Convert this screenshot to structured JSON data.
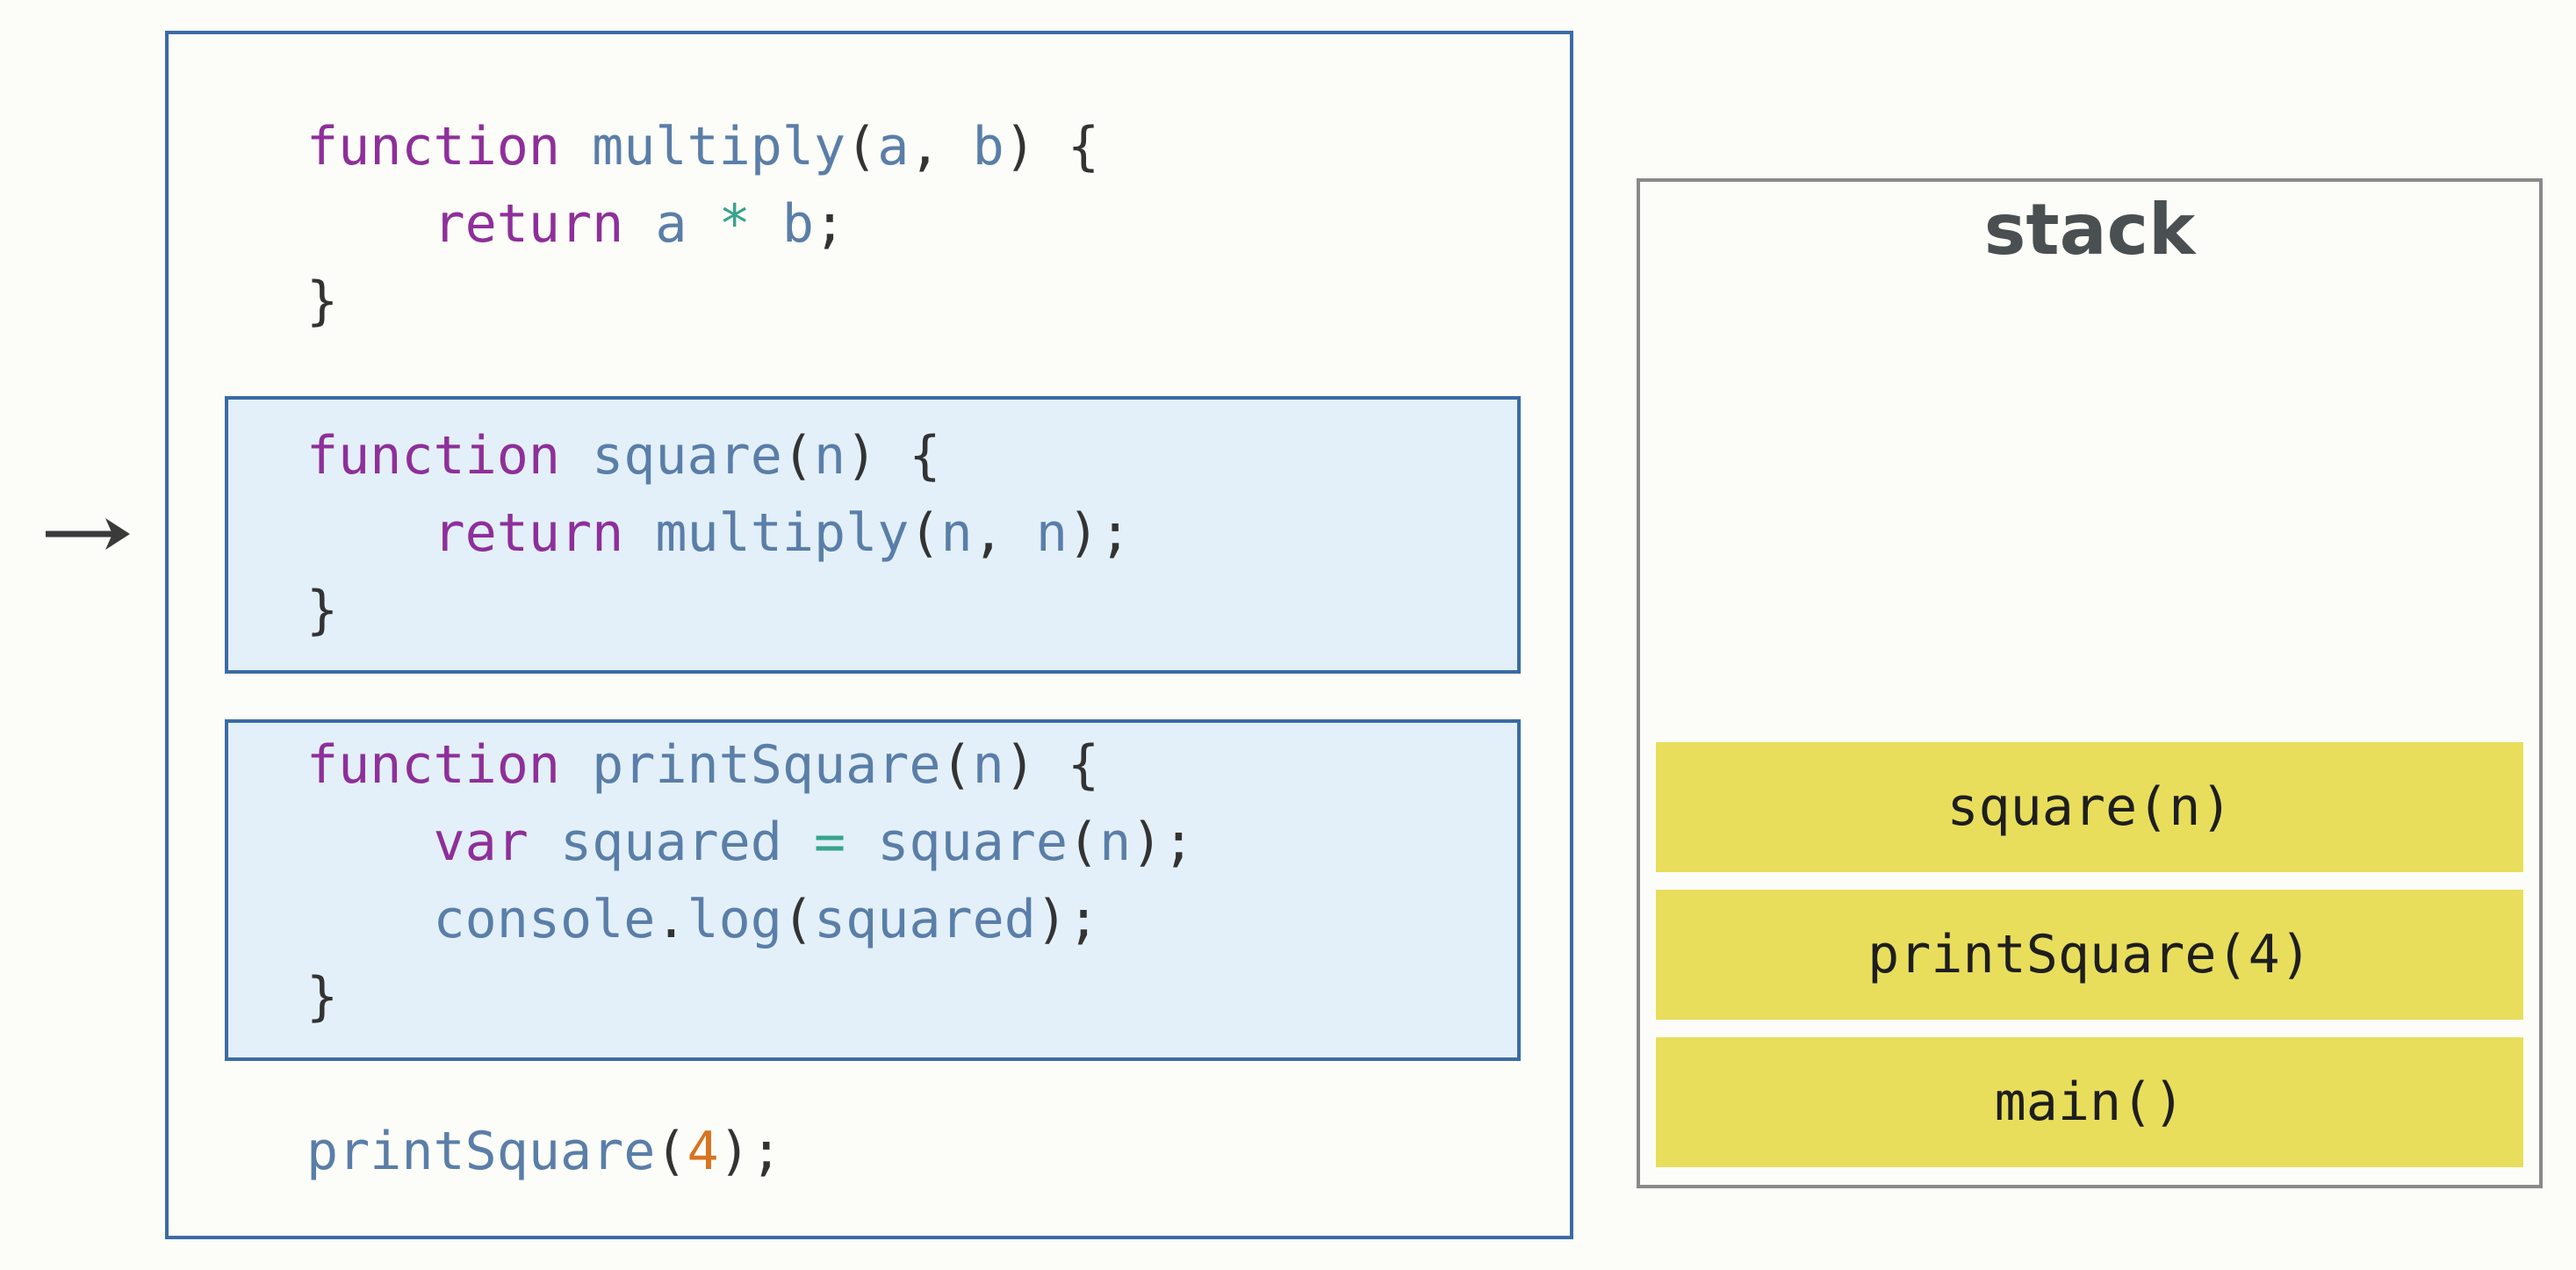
{
  "code": {
    "multiply": {
      "line1": {
        "kw": "function",
        "name": "multiply",
        "lp": "(",
        "a": "a",
        "comma": ",",
        "b": "b",
        "rp": ")",
        "brace": "{"
      },
      "line2": {
        "kw": "return",
        "a": "a",
        "op": "*",
        "b": "b",
        "semi": ";"
      },
      "line3": {
        "brace": "}"
      }
    },
    "square": {
      "line1": {
        "kw": "function",
        "name": "square",
        "lp": "(",
        "n": "n",
        "rp": ")",
        "brace": "{"
      },
      "line2": {
        "kw": "return",
        "call": "multiply",
        "lp": "(",
        "n1": "n",
        "comma": ",",
        "n2": "n",
        "rp": ");"
      },
      "line3": {
        "brace": "}"
      }
    },
    "printSquare": {
      "line1": {
        "kw": "function",
        "name": "printSquare",
        "lp": "(",
        "n": "n",
        "rp": ")",
        "brace": "{"
      },
      "line2": {
        "kw": "var",
        "var": "squared",
        "op": "=",
        "call": "square",
        "lp": "(",
        "n": "n",
        "rp": ");"
      },
      "line3": {
        "obj": "console",
        "dot": ".",
        "method": "log",
        "lp": "(",
        "arg": "squared",
        "rp": ");"
      },
      "line4": {
        "brace": "}"
      }
    },
    "call": {
      "name": "printSquare",
      "lp": "(",
      "num": "4",
      "rp": ");"
    }
  },
  "stack": {
    "title": "stack",
    "frames": [
      "square(n)",
      "printSquare(4)",
      "main()"
    ]
  },
  "colors": {
    "panel_border": "#3b6ba5",
    "highlight_fill": "#e3f0fa",
    "frame_fill": "#e8de5c",
    "keyword": "#8e2f9a",
    "identifier": "#5a7ea8",
    "operator": "#37a38b",
    "number": "#d9731e"
  },
  "icons": {
    "pointer": "right-arrow-icon"
  }
}
